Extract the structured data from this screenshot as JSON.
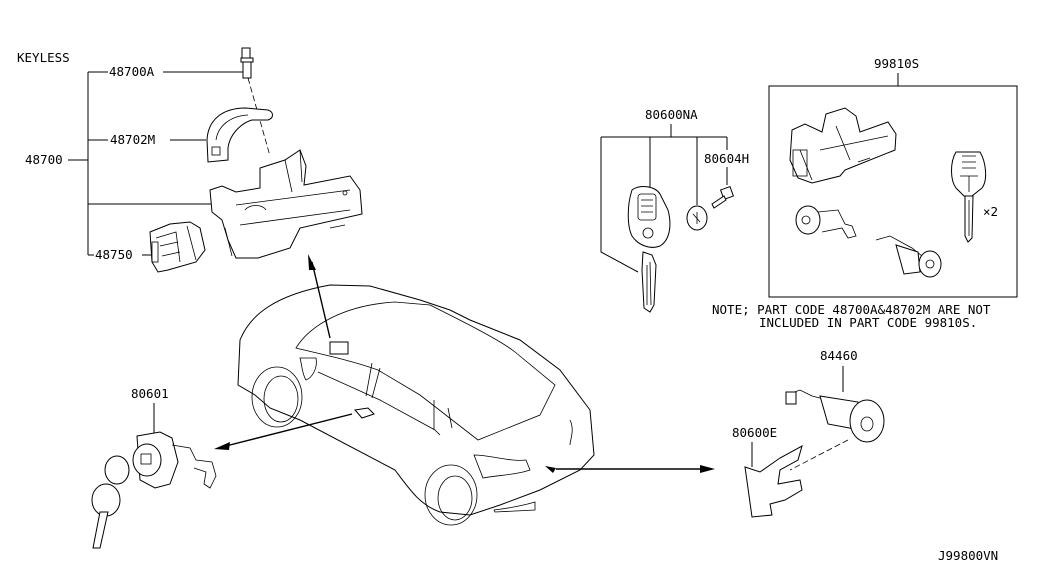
{
  "diagram": {
    "type": "parts-exploded-view",
    "subject": "Key set / ignition lock cylinder",
    "section_label": "KEYLESS",
    "diagram_code": "J99800VN",
    "callouts": {
      "p48700A": "48700A",
      "p48702M": "48702M",
      "p48700": "48700",
      "p48750": "48750",
      "p80600NA": "80600NA",
      "p80604H": "80604H",
      "p99810S": "99810S",
      "p80601": "80601",
      "p84460": "84460",
      "p80600E": "80600E"
    },
    "kit_quantity_label": "×2",
    "note": {
      "line1": "NOTE; PART CODE 48700A&48702M ARE NOT",
      "line2": "INCLUDED IN PART CODE 99810S."
    },
    "parts": [
      {
        "code": "48700",
        "group": "ignition-lock-assembly",
        "children": [
          "48700A",
          "48702M",
          "48750"
        ]
      },
      {
        "code": "48700A",
        "group": "ignition-lock-assembly"
      },
      {
        "code": "48702M",
        "group": "ignition-lock-assembly"
      },
      {
        "code": "48750",
        "group": "ignition-lock-assembly"
      },
      {
        "code": "80600NA",
        "group": "key",
        "children": [
          "80604H"
        ]
      },
      {
        "code": "80604H",
        "group": "key"
      },
      {
        "code": "99810S",
        "group": "key-set-kit",
        "quantity_note": "×2"
      },
      {
        "code": "80601",
        "group": "door-lock-cylinder"
      },
      {
        "code": "84460",
        "group": "trunk-lock-cylinder"
      },
      {
        "code": "80600E",
        "group": "trunk-lock-cylinder"
      }
    ]
  }
}
